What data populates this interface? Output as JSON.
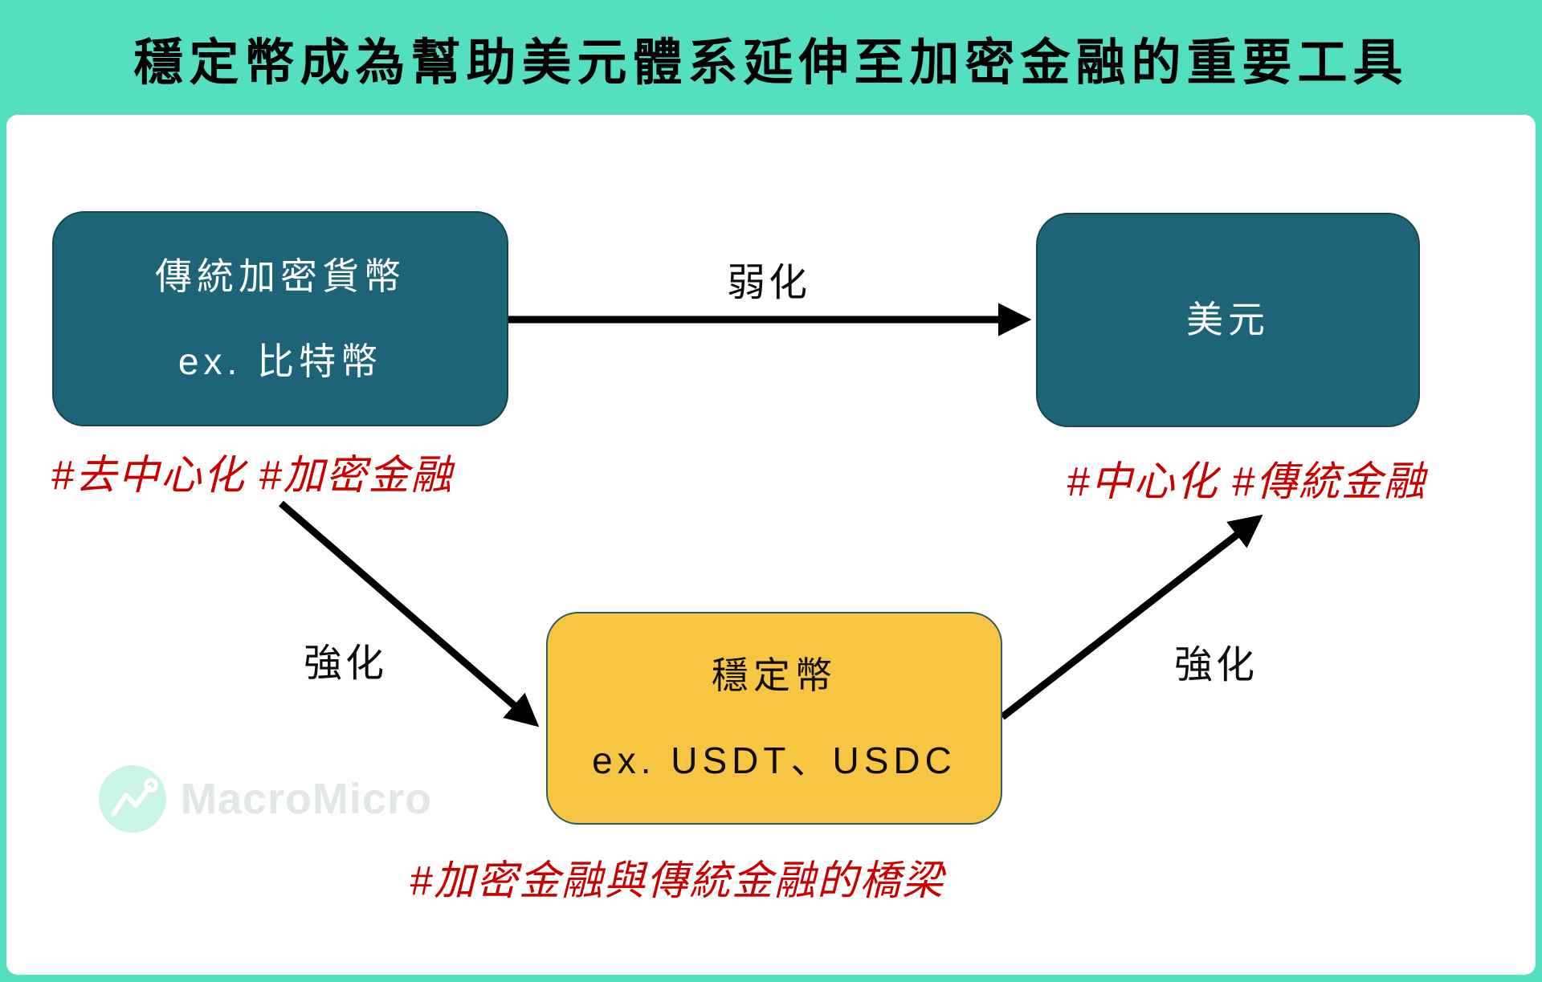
{
  "title": "穩定幣成為幫助美元體系延伸至加密金融的重要工具",
  "nodes": {
    "crypto": {
      "line1": "傳統加密貨幣",
      "line2": "ex. 比特幣",
      "tag": "#去中心化 #加密金融"
    },
    "usd": {
      "line1": "美元",
      "tag": "#中心化 #傳統金融"
    },
    "stablecoin": {
      "line1": "穩定幣",
      "line2": "ex. USDT、USDC",
      "tag": "#加密金融與傳統金融的橋梁"
    }
  },
  "edges": {
    "weaken": {
      "from": "crypto",
      "to": "usd",
      "label": "弱化"
    },
    "strengthen_left": {
      "from": "crypto",
      "to": "stablecoin",
      "label": "強化"
    },
    "strengthen_right": {
      "from": "stablecoin",
      "to": "usd",
      "label": "強化"
    }
  },
  "watermark": {
    "brand": "MacroMicro",
    "icon": "line-chart-icon"
  },
  "colors": {
    "frame": "#53dfc0",
    "panel": "#ffffff",
    "node_teal": "#1d6478",
    "node_yellow": "#f7c542",
    "tag_red": "#c80000",
    "arrow": "#000000",
    "title_text": "#000000",
    "watermark_text": "#e1e6e6",
    "watermark_circle": "#c9f4e6"
  }
}
